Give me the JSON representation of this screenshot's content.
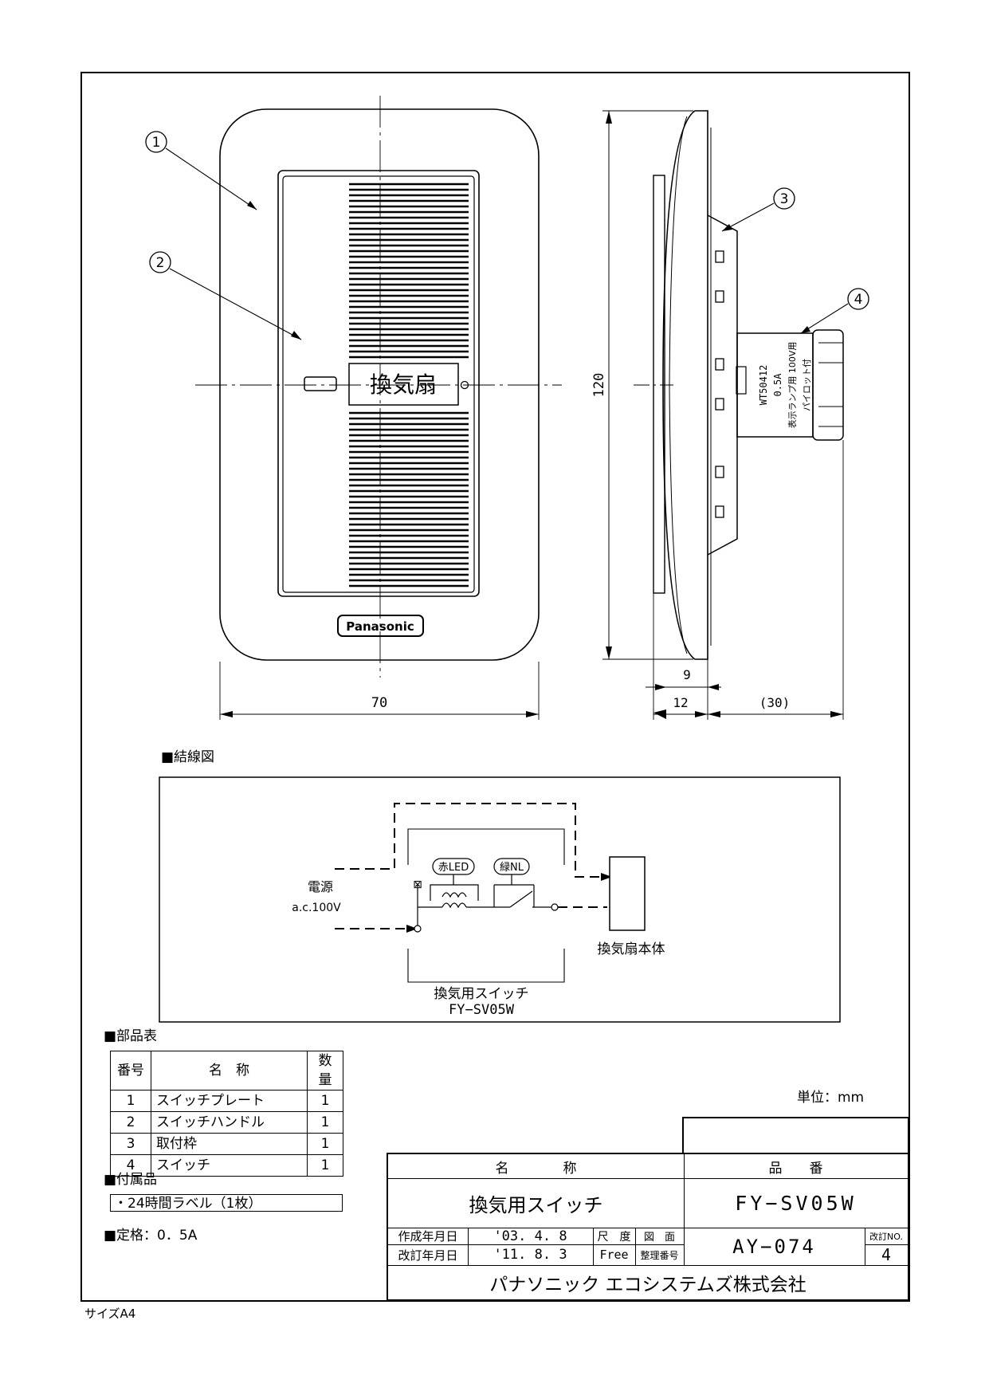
{
  "drawing": {
    "callouts": [
      "1",
      "2",
      "3",
      "4"
    ],
    "panel_label": "換気扇",
    "brand": "Panasonic",
    "switch_label_lines": [
      "WT50412",
      "0.5A",
      "表示ランプ用 100V用",
      "パイロット付"
    ],
    "dimensions": {
      "width": "70",
      "height": "120",
      "depth_plate": "9",
      "depth_total": "12",
      "depth_body": "(30)"
    }
  },
  "wiring": {
    "section_title": "■結線図",
    "power_label_1": "電源",
    "power_label_2": "a.c.100V",
    "led_label": "赤LED",
    "nl_label": "緑NL",
    "fan_label": "換気扇本体",
    "switch_name": "換気用スイッチ",
    "switch_model": "FY−SV05W"
  },
  "parts": {
    "section_title": "■部品表",
    "headers": [
      "番号",
      "名　称",
      "数量"
    ],
    "rows": [
      {
        "no": "1",
        "name": "スイッチプレート",
        "qty": "1"
      },
      {
        "no": "2",
        "name": "スイッチハンドル",
        "qty": "1"
      },
      {
        "no": "3",
        "name": "取付枠",
        "qty": "1"
      },
      {
        "no": "4",
        "name": "スイッチ",
        "qty": "1"
      }
    ]
  },
  "accessories": {
    "section_title": "■付属品",
    "item": "・24時間ラベル（1枚）"
  },
  "rating": {
    "text": "■定格：0．5A"
  },
  "unit_label": "単位：mm",
  "title_block": {
    "name_header": "名　　　　称",
    "number_header": "品　　番",
    "product_name": "換気用スイッチ",
    "product_number": "FY−SV05W",
    "created_label": "作成年月日",
    "created_date": "'03. 4. 8",
    "revised_label": "改訂年月日",
    "revised_date": "'11. 8. 3",
    "scale_label": "尺　度",
    "scale_value": "Free",
    "drawing_label_1": "図　面",
    "drawing_label_2": "整理番号",
    "drawing_number": "AY−074",
    "revision_label": "改訂NO.",
    "revision_number": "4",
    "company": "パナソニック エコシステムズ株式会社"
  },
  "paper_size": "サイズA4"
}
